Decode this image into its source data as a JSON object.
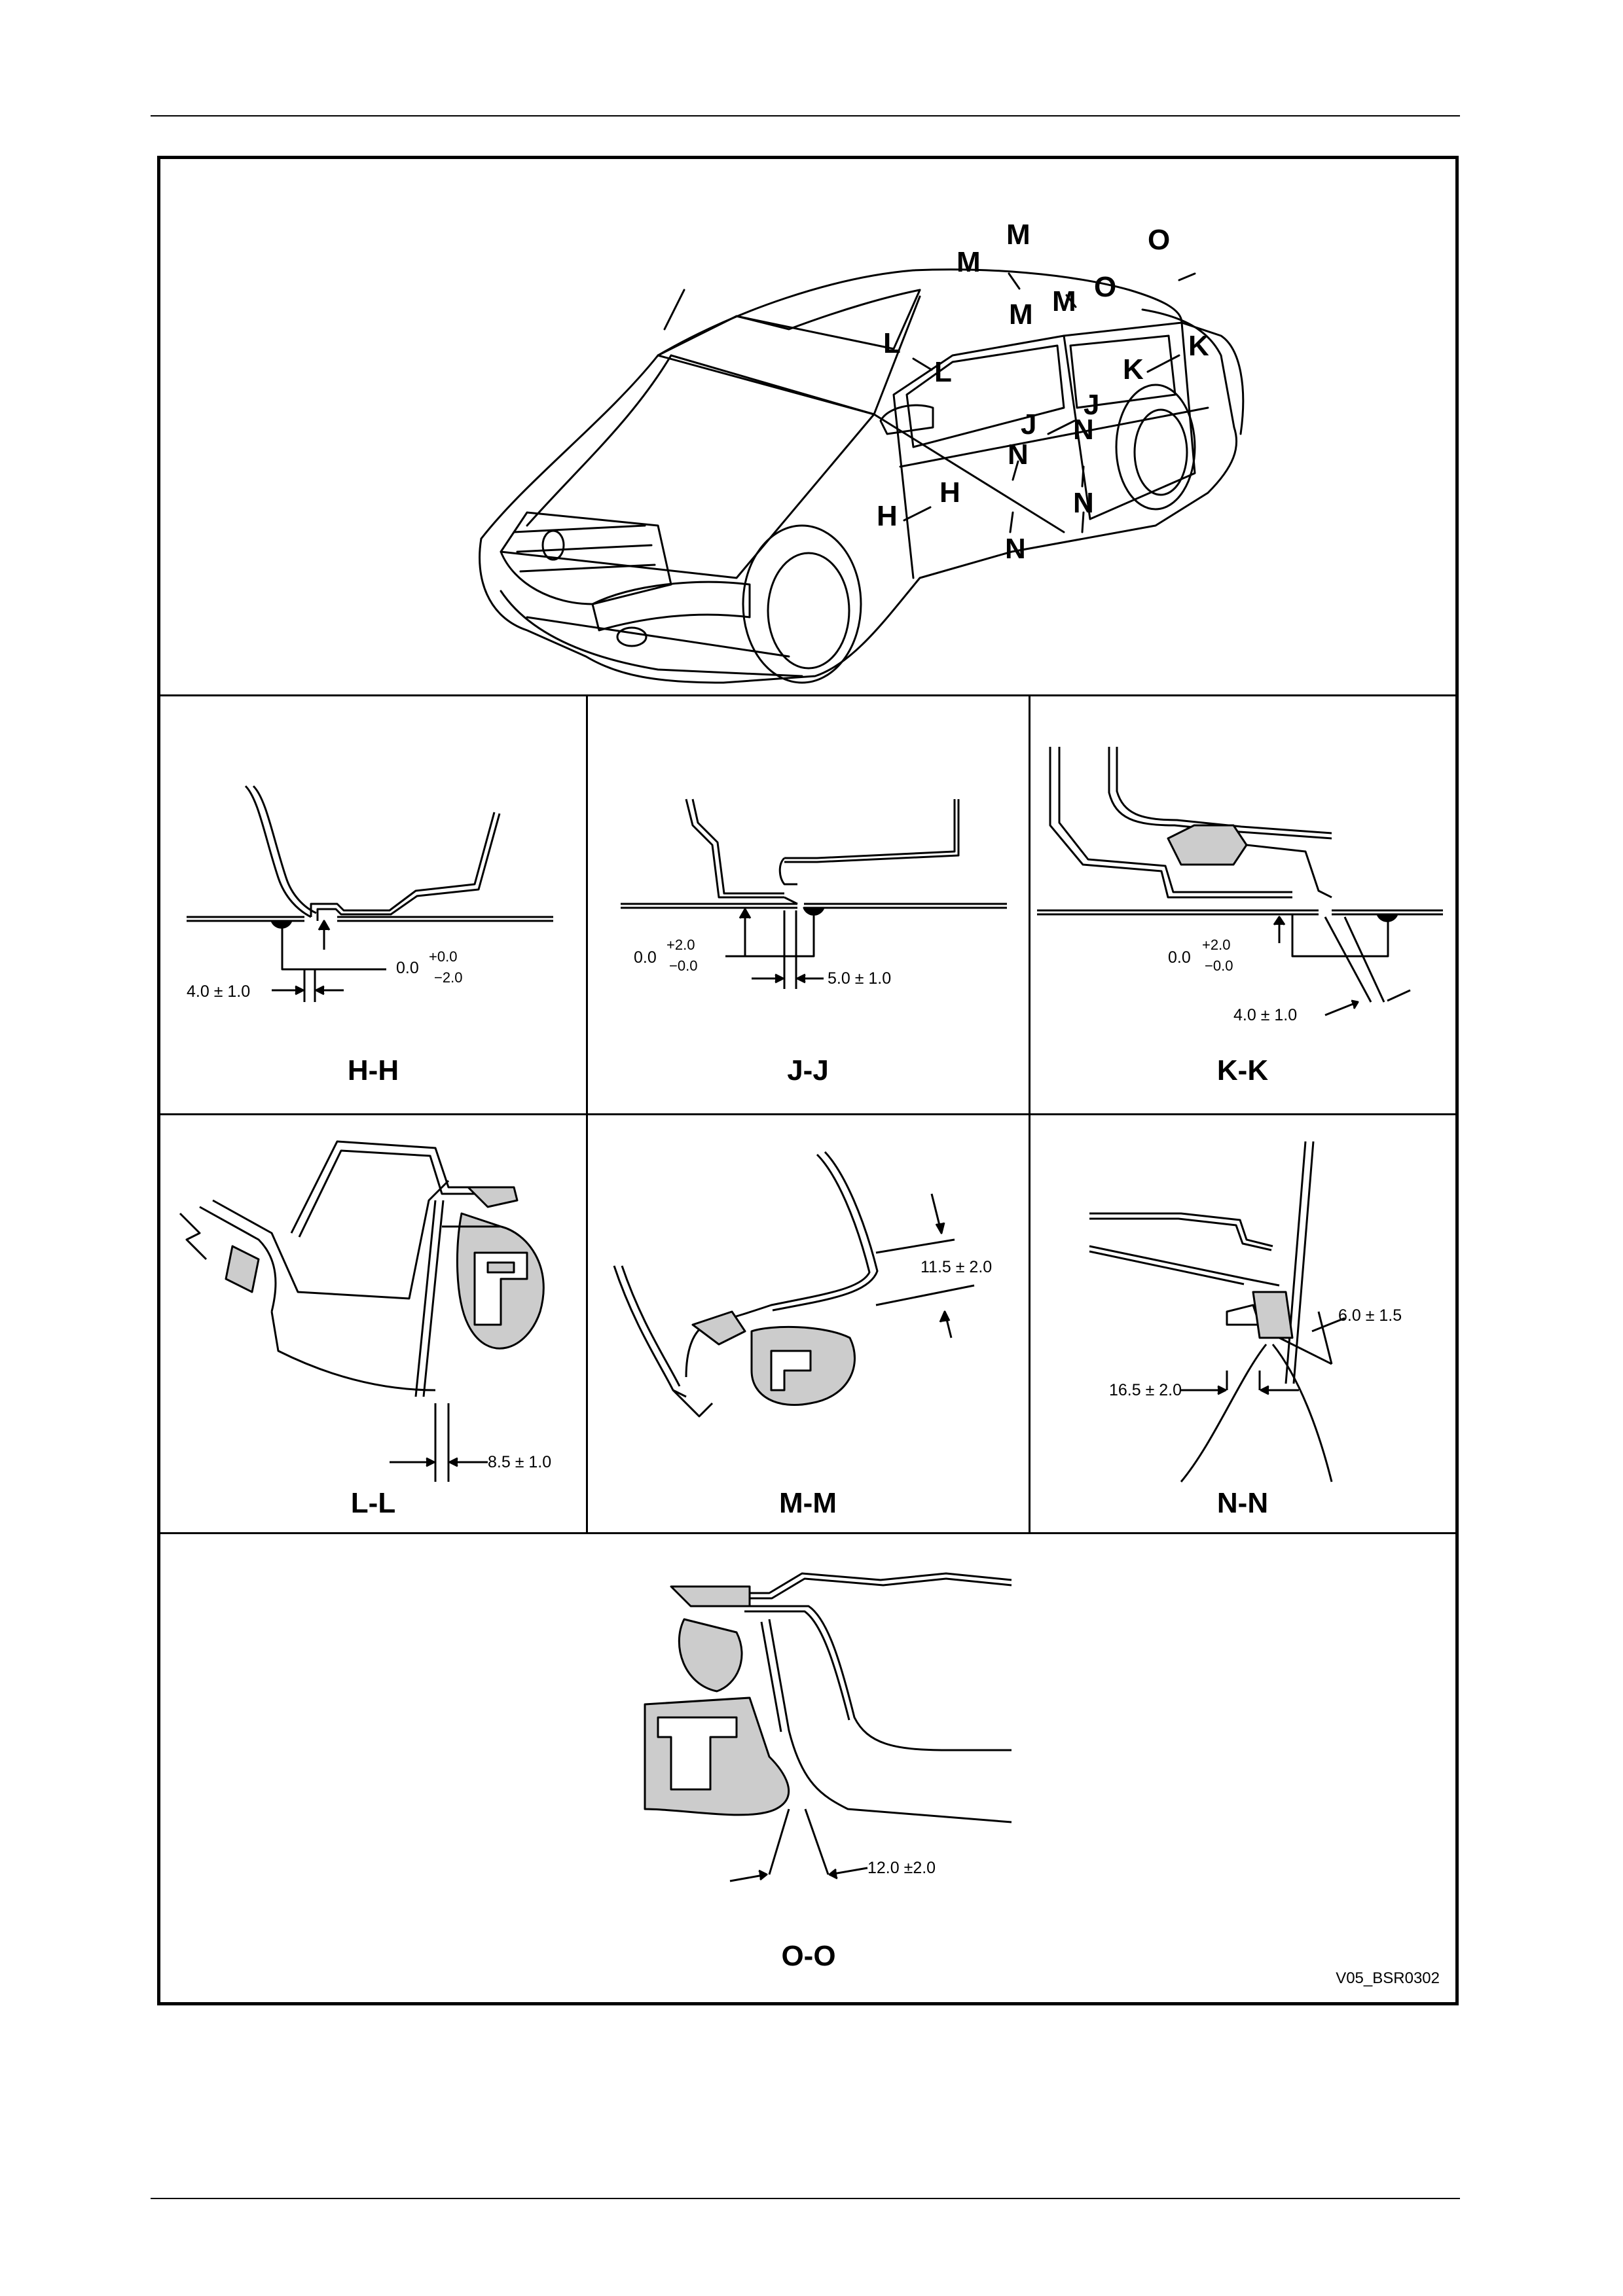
{
  "car_callouts": {
    "h1": "H",
    "h2": "H",
    "j1": "J",
    "j2": "J",
    "k1": "K",
    "k2": "K",
    "l1": "L",
    "l2": "L",
    "m1": "M",
    "m2": "M",
    "m3": "M",
    "m4": "M",
    "n1": "N",
    "n2": "N",
    "n3": "N",
    "n4": "N",
    "o1": "O",
    "o2": "O"
  },
  "sections": {
    "hh": {
      "label": "H-H",
      "dim_a": "0.0",
      "dim_a_tol": "+0.0",
      "dim_a_tol2": "−2.0",
      "dim_b": "4.0 ± 1.0"
    },
    "jj": {
      "label": "J-J",
      "dim_a": "0.0",
      "dim_a_tol": "+2.0",
      "dim_a_tol2": "−0.0",
      "dim_b": "5.0 ± 1.0"
    },
    "kk": {
      "label": "K-K",
      "dim_a": "0.0",
      "dim_a_tol": "+2.0",
      "dim_a_tol2": "−0.0",
      "dim_b": "4.0 ± 1.0"
    },
    "ll": {
      "label": "L-L",
      "dim_a": "8.5 ± 1.0"
    },
    "mm": {
      "label": "M-M",
      "dim_a": "11.5 ±  2.0"
    },
    "nn": {
      "label": "N-N",
      "dim_a": "6.0 ± 1.5",
      "dim_b": "16.5 ± 2.0"
    },
    "oo": {
      "label": "O-O",
      "dim_a": "12.0  ±2.0"
    }
  },
  "figure_ref": "V05_BSR0302"
}
